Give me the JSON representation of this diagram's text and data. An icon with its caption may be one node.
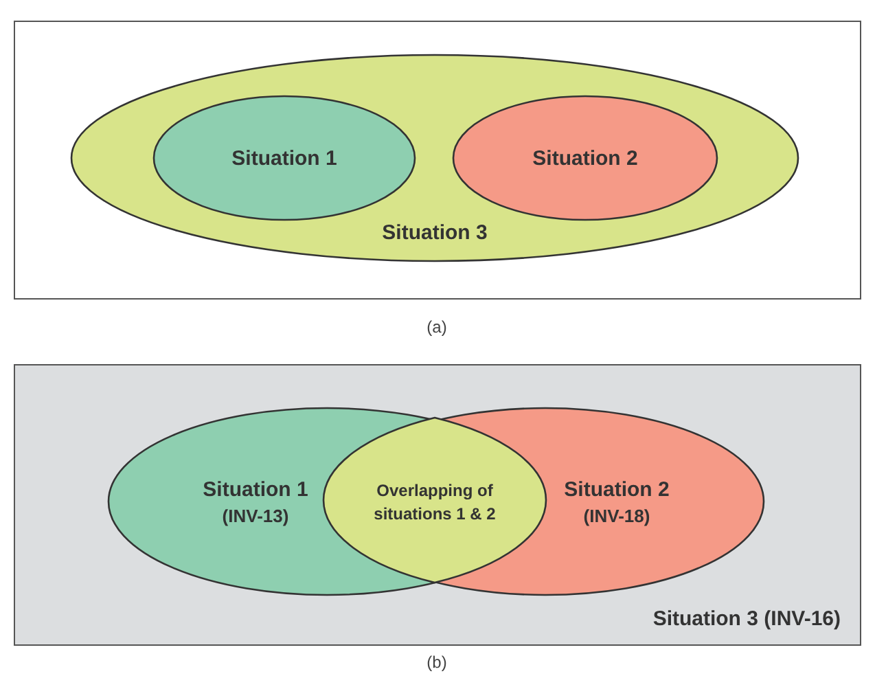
{
  "diagram": {
    "nodes": [
      {
        "text": [],
        "shape": "box"
      },
      {
        "text": [
          "Situation 3"
        ],
        "in": 0
      },
      {
        "text": [
          "Situation 1"
        ],
        "in": 1
      },
      {
        "text": [
          "Situation 2"
        ],
        "in": 1
      },
      {
        "text": [
          "Situation 3 (INV-16)"
        ]
      },
      {
        "text": [
          "Situation 1",
          "(INV-13)"
        ],
        "in": 4
      },
      {
        "text": [
          "Situation 2",
          "(INV-18)"
        ],
        "in": 4
      },
      {
        "text": [
          "Overlapping of situations 1 & 2"
        ]
      }
    ],
    "labels": [
      "(a)",
      "(b)"
    ]
  }
}
